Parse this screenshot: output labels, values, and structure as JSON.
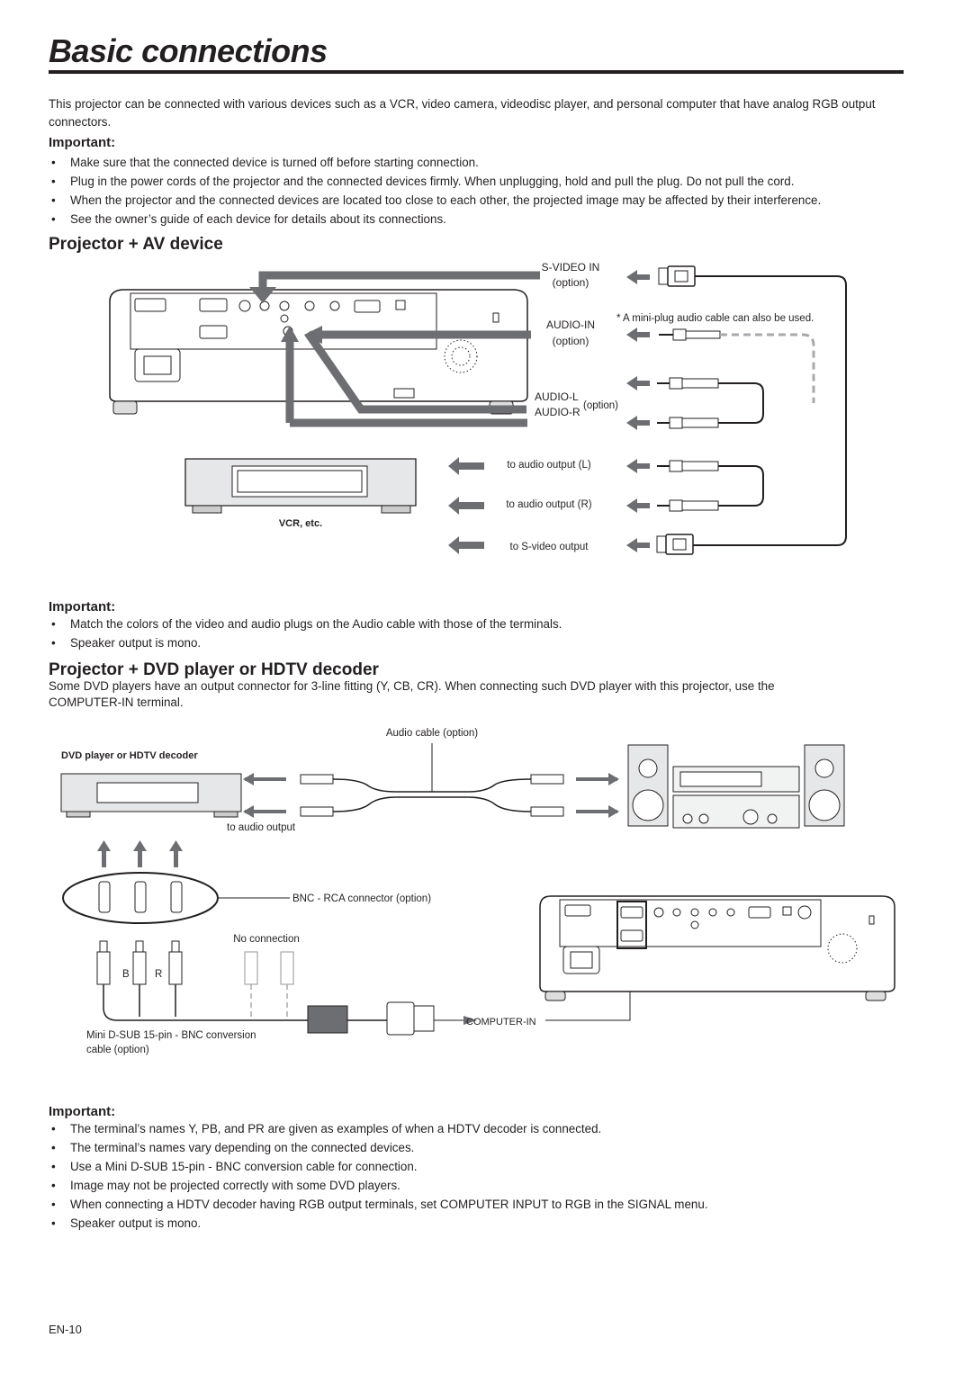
{
  "page": {
    "title": "Basic connections",
    "intro": "This projector can be connected with various devices such as a VCR, video camera, videodisc player, and personal computer that have analog RGB output connectors.",
    "important_label": "Important:",
    "important_1": [
      "Make sure that the connected device is turned off before starting connection.",
      "Plug in the power cords of the projector and the connected devices firmly. When unplugging, hold and pull the plug. Do not pull the cord.",
      "When the projector and the connected devices are located too close to each other, the projected image may be affected by their interference.",
      "See the owner’s guide of each device for details about its connections."
    ],
    "section_av": "Projector + AV device",
    "av_figure": {
      "svideo_in": "S-VIDEO IN",
      "option": "(option)",
      "audio_in": "AUDIO-IN",
      "miniplug_note": "* A mini-plug audio cable can also be used.",
      "audio_l": "AUDIO-L",
      "audio_r": "AUDIO-R",
      "to_audio_l": "to audio output (L)",
      "to_audio_r": "to audio output (R)",
      "to_svideo": "to S-video output",
      "vcr": "VCR, etc."
    },
    "important_2": [
      "Match the colors of the video and audio plugs on the Audio cable with those of the terminals.",
      "Speaker output is mono."
    ],
    "section_dvd": "Projector + DVD player or HDTV decoder",
    "dvd_intro_1": "Some DVD players have an output connector for 3-line fitting (Y, CB, CR). When connecting such DVD player with this projector, use the",
    "dvd_intro_2": "COMPUTER-IN terminal.",
    "dvd_figure": {
      "audio_cable": "Audio cable (option)",
      "dvd_label": "DVD player or HDTV decoder",
      "to_audio_output": "to audio output",
      "bnc_rca": "BNC - RCA connector (option)",
      "no_connection": "No connection",
      "b": "B",
      "r": "R",
      "computer_in": "COMPUTER-IN",
      "conv_cable_1": "Mini D-SUB 15-pin - BNC conversion",
      "conv_cable_2": "cable (option)"
    },
    "important_3": [
      "The terminal’s names Y, PB, and PR are given as examples of when a HDTV decoder is connected.",
      "The terminal’s names vary depending on the connected devices.",
      "Use a Mini D-SUB 15-pin - BNC conversion cable for connection.",
      "Image may not be projected correctly with some DVD players.",
      "When connecting a HDTV decoder having RGB output terminals, set COMPUTER INPUT to RGB in the SIGNAL menu.",
      "Speaker output is mono."
    ],
    "footer": "EN-10"
  }
}
